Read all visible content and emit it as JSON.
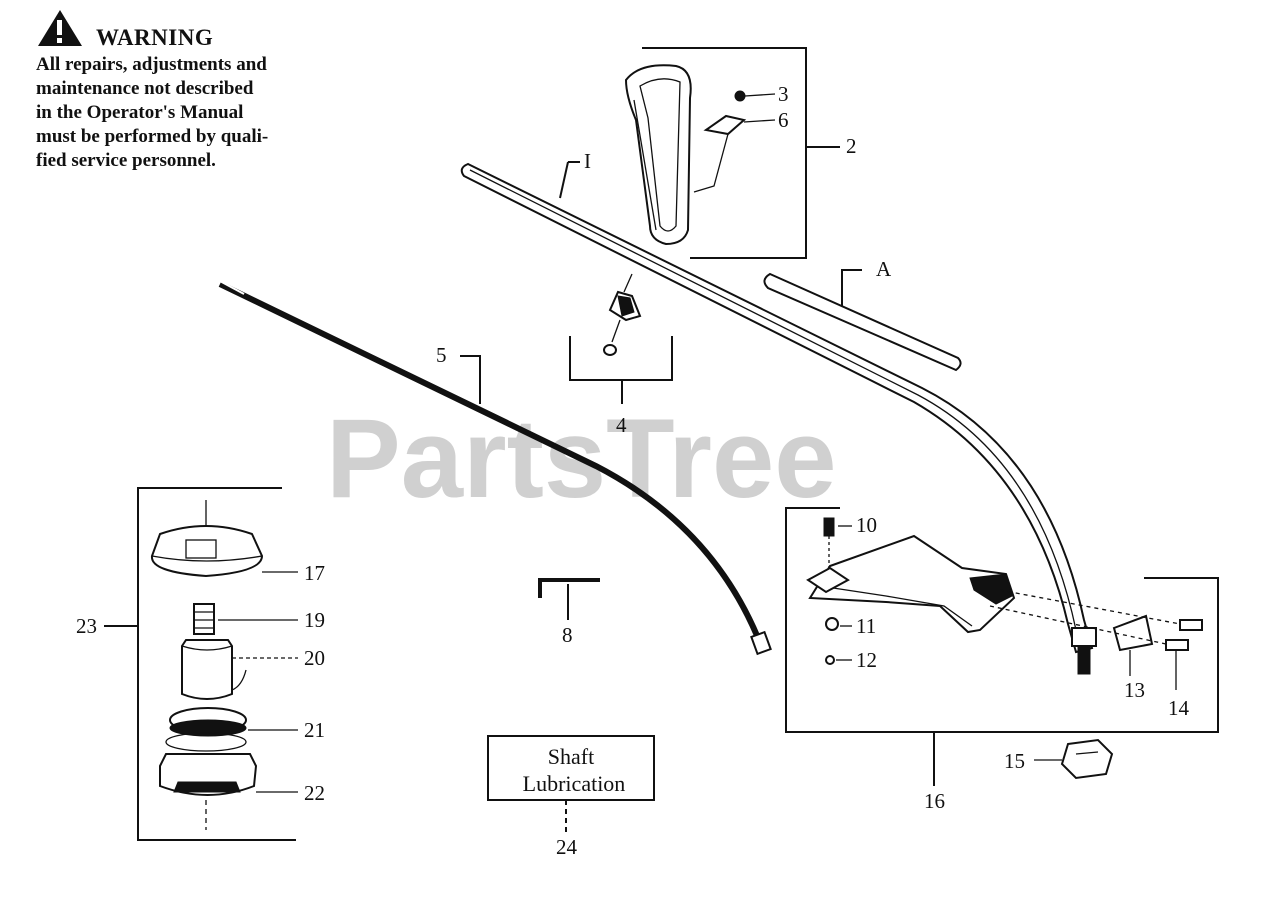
{
  "warning": {
    "title": "WARNING",
    "lines": [
      "All repairs, adjustments and",
      "maintenance not described",
      "in the Operator's Manual",
      "must be performed by quali-",
      "fied  service personnel."
    ]
  },
  "watermark": "PartsTree",
  "shaft_box": {
    "line1": "Shaft",
    "line2": "Lubrication"
  },
  "callouts": {
    "c1": "I",
    "c2": "2",
    "c3": "3",
    "c4": "4",
    "c5": "5",
    "c6": "6",
    "c8": "8",
    "c10": "10",
    "c11": "11",
    "c12": "12",
    "c13": "13",
    "c14": "14",
    "c15": "15",
    "c16": "16",
    "c17": "17",
    "c19": "19",
    "c20": "20",
    "c21": "21",
    "c22": "22",
    "c23": "23",
    "c24": "24",
    "cA": "A"
  }
}
